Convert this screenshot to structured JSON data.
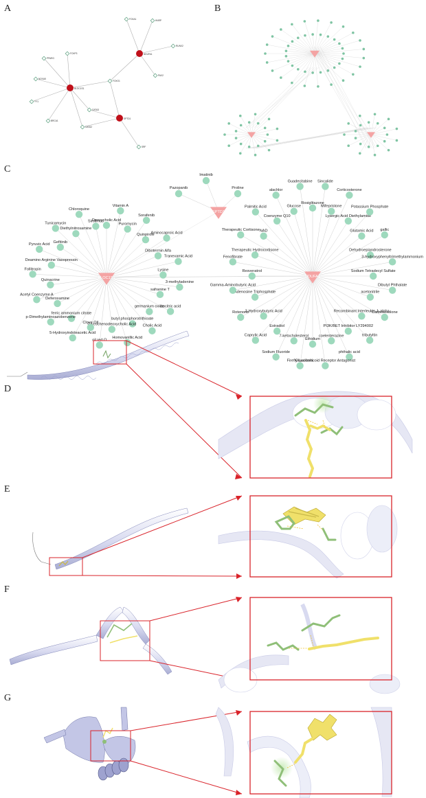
{
  "panels": {
    "A": "A",
    "B": "B",
    "C": "C",
    "D": "D",
    "E": "E",
    "F": "F",
    "G": "G"
  },
  "colors": {
    "drug_node": "#9ed9bd",
    "target_node": "#f4a3a3",
    "hub_node": "#c0101a",
    "gene_node": "#7fc4a3",
    "zoom_box": "#d9232a",
    "protein": "#b9bde0",
    "ligand": "#f0e06a",
    "residue": "#8fbf78"
  },
  "panelA": {
    "hubs": [
      "BLOC1S1",
      "NDUFA1",
      "SPTD1"
    ],
    "genes": [
      "FOXA1",
      "HNRP",
      "RUNX2",
      "PAX2",
      "FOXO1",
      "FOXP3",
      "PPARG",
      "NOXA5",
      "YY1",
      "BRCA1",
      "GATA3",
      "GATA2",
      "SRF"
    ]
  },
  "panelC": {
    "targets": [
      "SPTD1",
      "BLOC1S1",
      "NDUFA1"
    ],
    "drugs_sptd1": [
      "Imatinib",
      "Pazopanib",
      "Proline"
    ],
    "drugs_bloc1s1": [
      "Deoxycholic Acid",
      "Vitamin A",
      "Puromycin",
      "Sorafenib",
      "Quinpirole",
      "Aminocaproic Acid",
      "Dibotermin Alfa",
      "Tranexamic Acid",
      "Lysine",
      "3-methyladenine",
      "safranine T",
      "isocitric acid",
      "germanium oxide",
      "Cholic Acid",
      "butyl phosphorotrithioate",
      "Homovanillic Acid",
      "Glycochenodeoxycholic Acid",
      "oil red O",
      "Clove Oil",
      "5-Hydroxyindoleacetic Acid",
      "ferric ammonium citrate",
      "p-Dimethylaminoazobenzene",
      "Deferoxamine",
      "Acetyl Coenzyme A",
      "Quinacrine",
      "Follitropin",
      "Deamino Arginine Vasopressin",
      "Pyruvic Acid",
      "Gefitinib",
      "Tunicamycin",
      "Diethylnitrosamine",
      "Chloroquine",
      "Sirolimus"
    ],
    "drugs_ndufa1": [
      "Rosiglitazone",
      "Sincalide",
      "Mifepristone",
      "Corticosterone",
      "Lysergic Acid Diethylamide",
      "Potassium Phosphate",
      "Glutamic Acid",
      "gallic",
      "Dehydroepiandrosterone",
      "3-hydroxyphenyltrimethylammonium",
      "Sodium Tetradecyl Sulfate",
      "Dibutyl Phthalate",
      "acetonitrile",
      "Carbenoxolone",
      "Recombinant Interleukin-1-alpha",
      "tributyltin",
      "PI3K/BET Inhibitor LY294002",
      "phthalic acid",
      "coelenterazine",
      "Glucocorticoid Receptor Antagonist",
      "Ethidium",
      "Firefly Luciferin",
      "7-ketocholesterol",
      "Sodium Fluoride",
      "Estradiol",
      "Caprylic Acid",
      "3-Hydroxybutyric Acid",
      "Rotenone",
      "Adenosine Triphosphate",
      "Gamma-Aminobutyric Acid",
      "Resveratrol",
      "Fenofibrate",
      "Therapeutic Hydrocortisone",
      "Therapeutic Cortisone",
      "NAD",
      "Palmitic Acid",
      "Coenzyme Q10",
      "alachlor",
      "Glucose",
      "Guadecitabine"
    ]
  }
}
